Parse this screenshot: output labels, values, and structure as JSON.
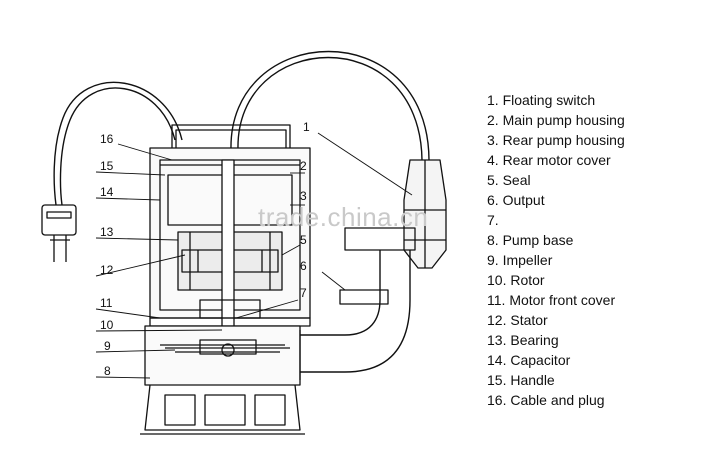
{
  "watermark": "trade.china.cn",
  "callouts": [
    "1",
    "2",
    "3",
    "5",
    "6",
    "7",
    "8",
    "9",
    "10",
    "11",
    "12",
    "13",
    "14",
    "15",
    "16"
  ],
  "legend": [
    "1. Floating switch",
    "2. Main pump housing",
    "3. Rear pump housing",
    "4. Rear motor cover",
    "5. Seal",
    "6. Output",
    "7.",
    "8. Pump base",
    "9. Impeller",
    "10. Rotor",
    "11. Motor front cover",
    "12. Stator",
    "13. Bearing",
    "14. Capacitor",
    "15. Handle",
    "16. Cable and plug"
  ]
}
